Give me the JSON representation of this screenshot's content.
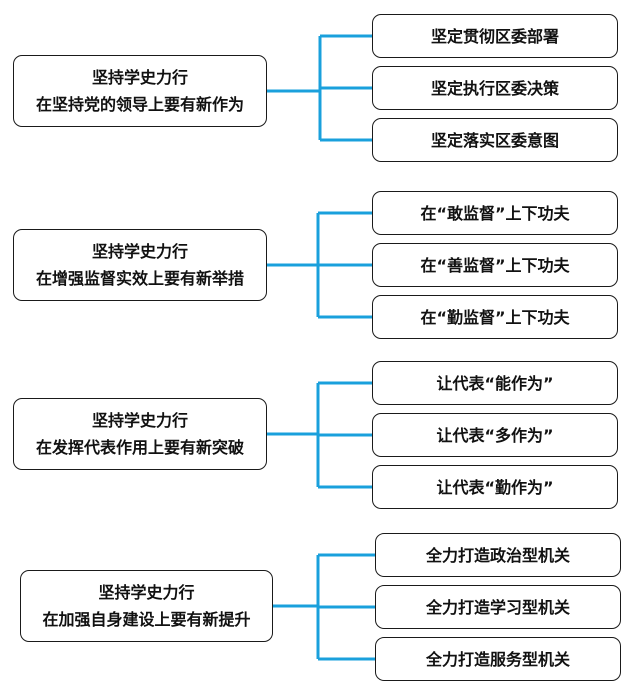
{
  "diagram": {
    "connector_color": "#1aa0dc",
    "groups": [
      {
        "main": {
          "line1": "坚持学史力行",
          "line2": "在坚持党的领导上要有新作为"
        },
        "items": [
          "坚定贯彻区委部署",
          "坚定执行区委决策",
          "坚定落实区委意图"
        ]
      },
      {
        "main": {
          "line1": "坚持学史力行",
          "line2": "在增强监督实效上要有新举措"
        },
        "items": [
          "在“敢监督”上下功夫",
          "在“善监督”上下功夫",
          "在“勤监督”上下功夫"
        ]
      },
      {
        "main": {
          "line1": "坚持学史力行",
          "line2": "在发挥代表作用上要有新突破"
        },
        "items": [
          "让代表“能作为”",
          "让代表“多作为”",
          "让代表“勤作为”"
        ]
      },
      {
        "main": {
          "line1": "坚持学史力行",
          "line2": "在加强自身建设上要有新提升"
        },
        "items": [
          "全力打造政治型机关",
          "全力打造学习型机关",
          "全力打造服务型机关"
        ]
      }
    ]
  }
}
